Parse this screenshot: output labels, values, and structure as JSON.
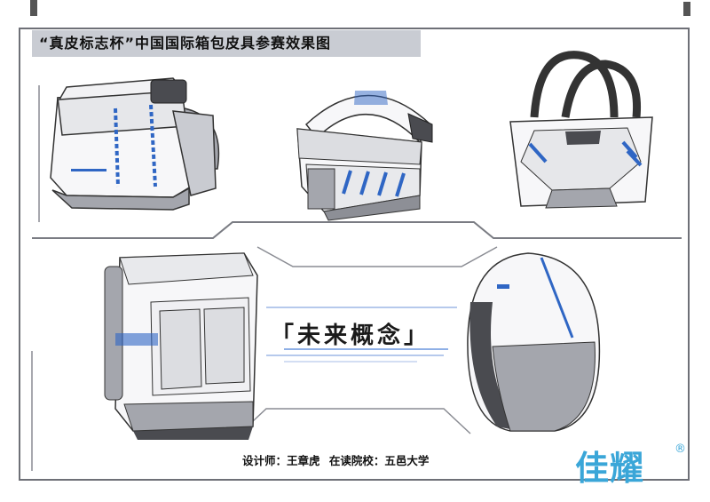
{
  "title": "“真皮标志杯”中国国际箱包皮具参赛效果图",
  "concept_title": "「未来概念」",
  "credits": {
    "designer": "设计师：王章虎",
    "school": "在读院校：五邑大学"
  },
  "watermark": {
    "text": "佳耀",
    "mark": "®"
  },
  "products": [
    {
      "icon": "messenger-bag-icon"
    },
    {
      "icon": "sling-bag-icon"
    },
    {
      "icon": "tote-bag-icon"
    },
    {
      "icon": "hiking-backpack-icon"
    },
    {
      "icon": "round-backpack-icon"
    }
  ],
  "colors": {
    "frame": "#6e7077",
    "banner": "#c9ccd3",
    "accent": "#2f66c4",
    "bag_light": "#f7f7f9",
    "bag_grey": "#a4a6ad",
    "bag_dark": "#4a4b50",
    "watermark": "#3aa6d8"
  }
}
